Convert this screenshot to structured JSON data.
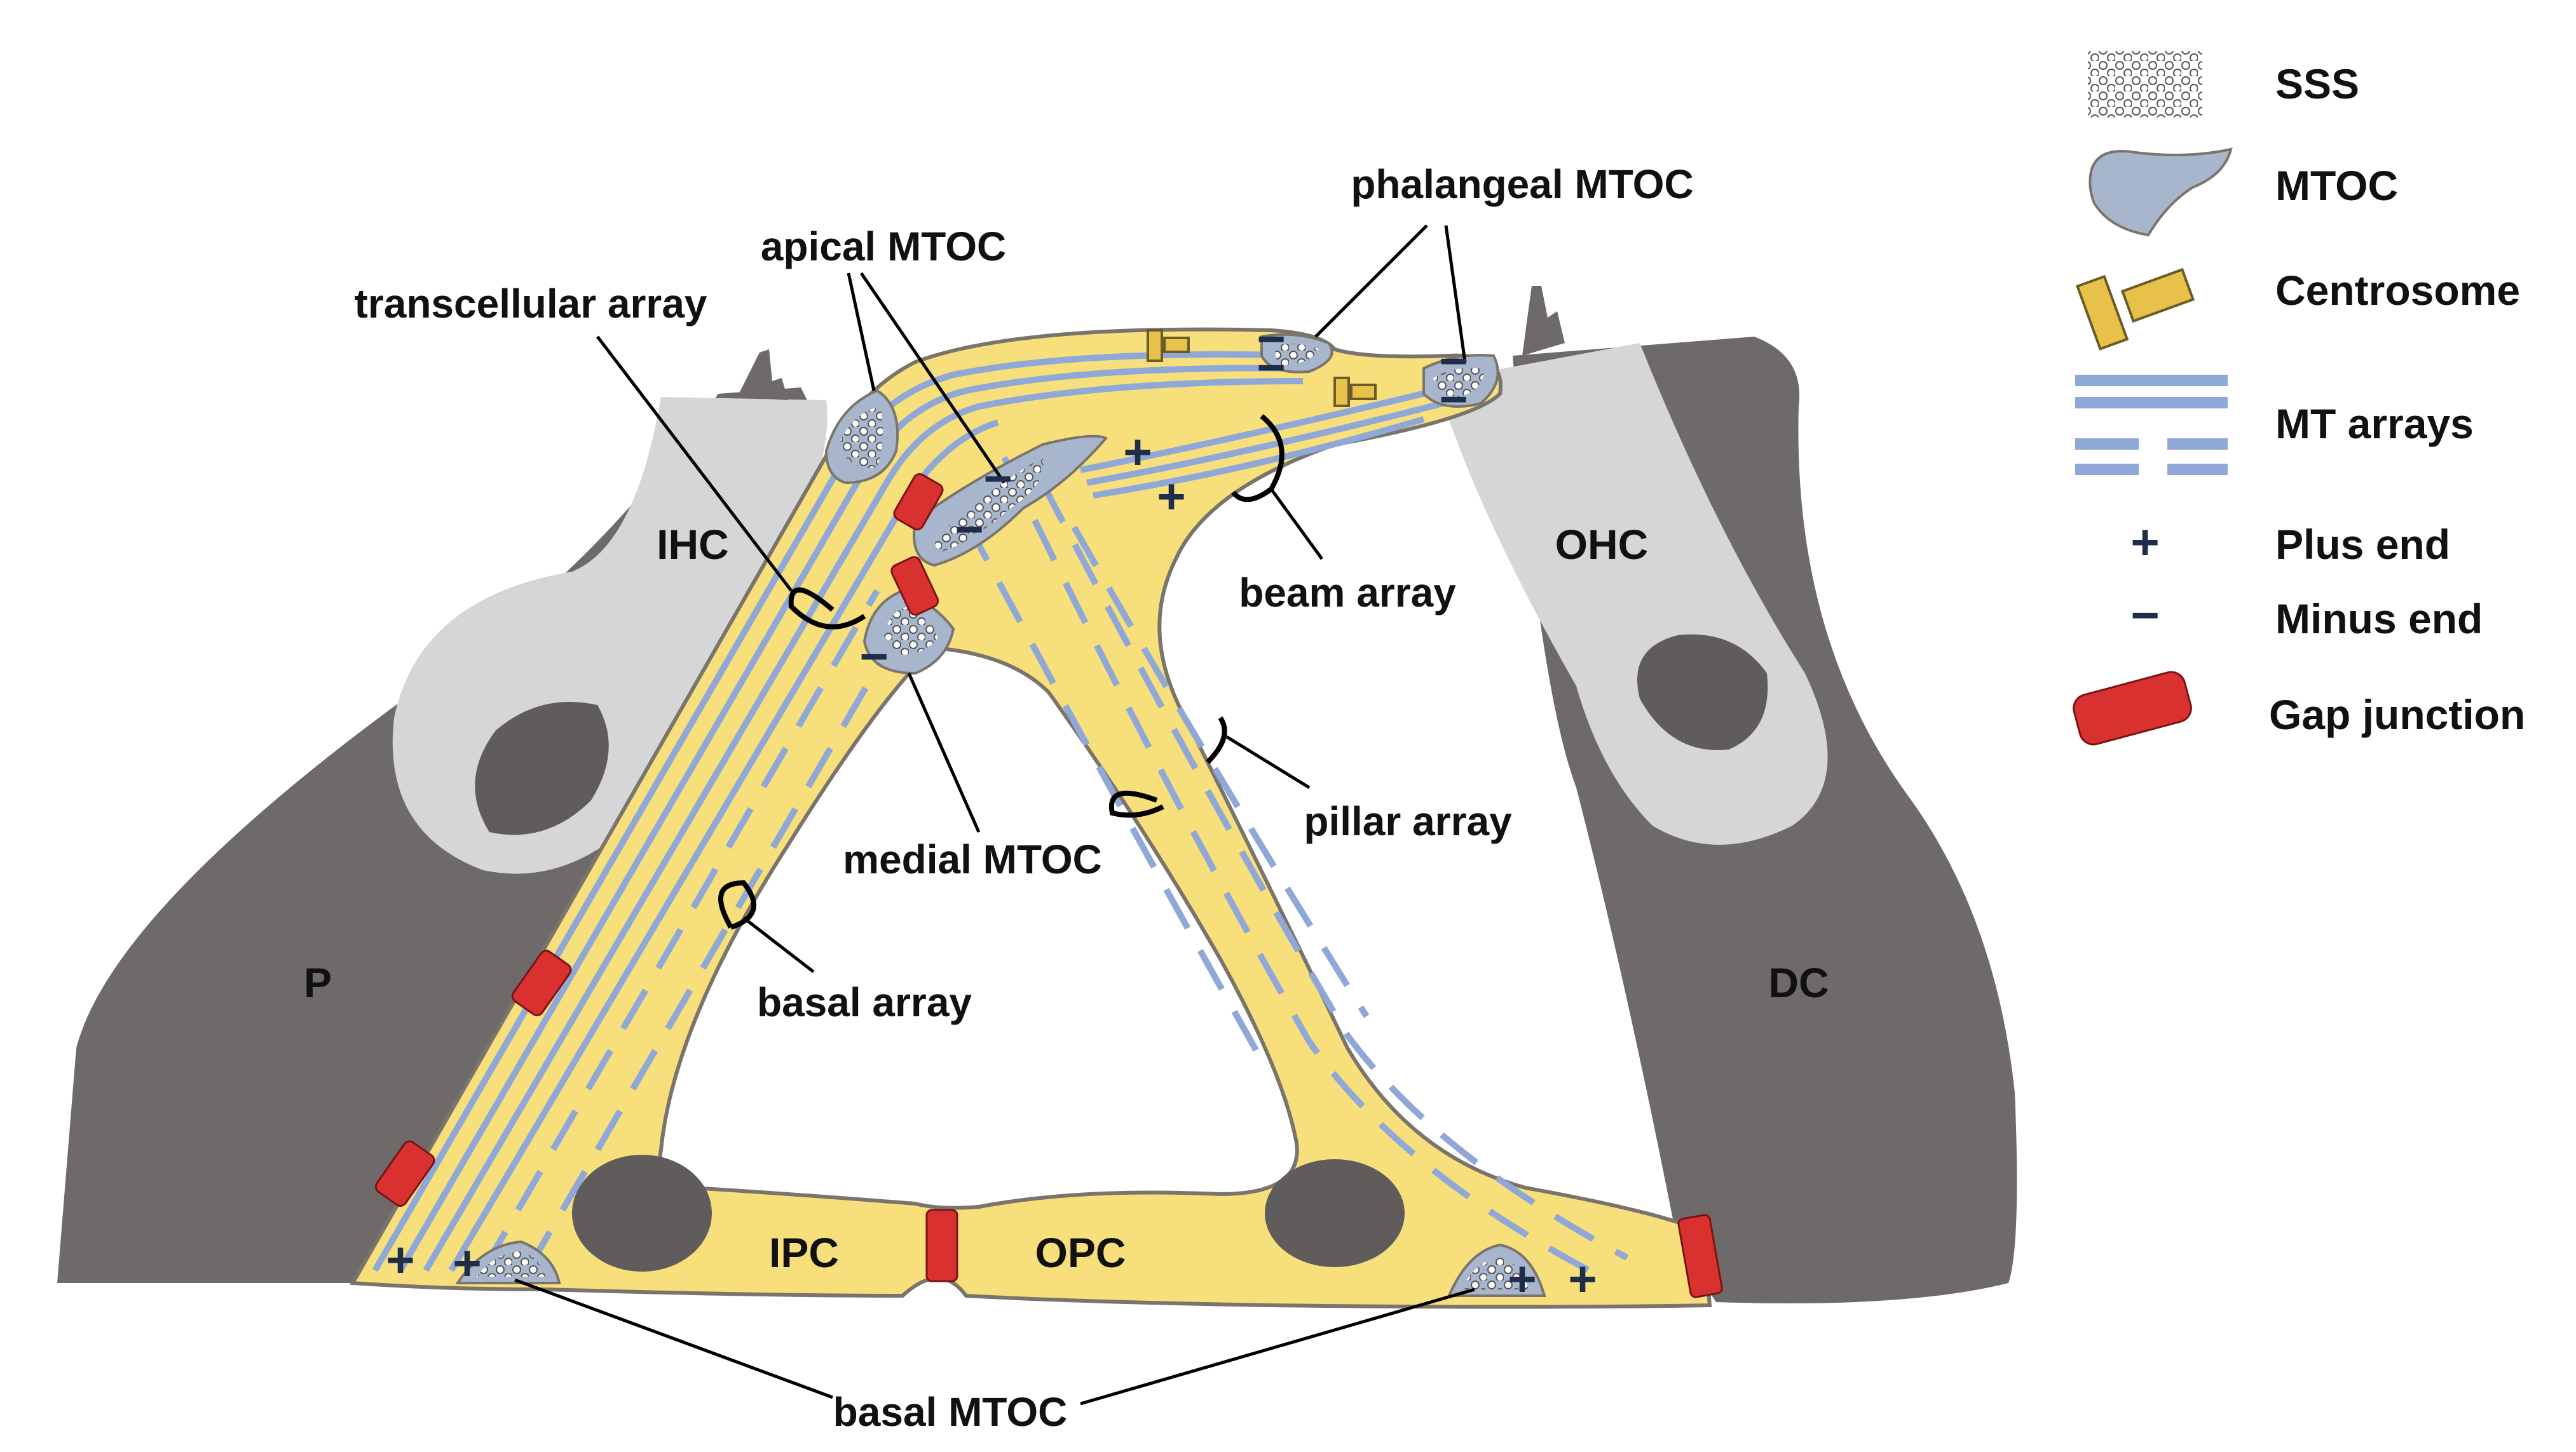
{
  "colors": {
    "support_cell": "#f7df7b",
    "outline": "#7a746c",
    "dark_cell": "#6e6a69",
    "hair_cell": "#d6d6d6",
    "nucleus": "#5f5c5b",
    "mt": "#8fa8d8",
    "mtoc": "#a7b6cc",
    "centrosome": "#e8c14a",
    "gap_junction": "#d93030",
    "line": "#000000"
  },
  "cells": {
    "p": "P",
    "ihc": "IHC",
    "ohc": "OHC",
    "dc": "DC",
    "ipc": "IPC",
    "opc": "OPC"
  },
  "labels": {
    "transcellular_array": "transcellular array",
    "apical_mtoc": "apical MTOC",
    "phalangeal_mtoc": "phalangeal MTOC",
    "beam_array": "beam array",
    "medial_mtoc": "medial MTOC",
    "pillar_array": "pillar array",
    "basal_array": "basal array",
    "basal_mtoc": "basal MTOC"
  },
  "signs": {
    "plus": "+",
    "minus": "−"
  },
  "legend": [
    {
      "icon": "sss-icon",
      "label": "SSS"
    },
    {
      "icon": "mtoc-icon",
      "label": "MTOC"
    },
    {
      "icon": "centrosome-icon",
      "label": "Centrosome"
    },
    {
      "icon": "mt-arrays-icon",
      "label": "MT arrays"
    },
    {
      "icon": "plus-icon",
      "label": "Plus end",
      "symbol": "+"
    },
    {
      "icon": "minus-icon",
      "label": "Minus end",
      "symbol": "−"
    },
    {
      "icon": "gap-junction-icon",
      "label": "Gap junction"
    }
  ]
}
